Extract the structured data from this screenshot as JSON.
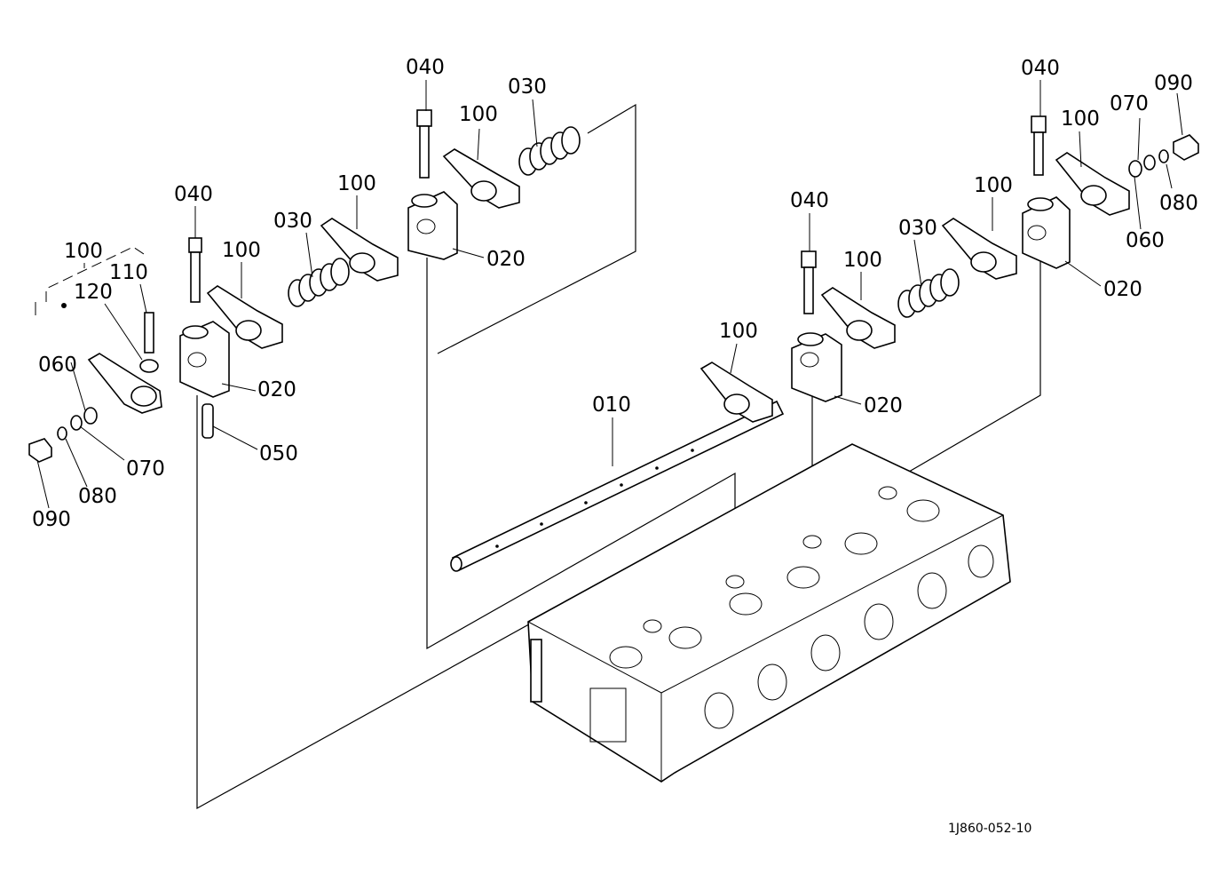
{
  "colors": {
    "ink": "#000000",
    "paper": "#ffffff"
  },
  "drawing_code": "1J860-052-10",
  "labels": {
    "l040_a": "040",
    "l040_b": "040",
    "l040_c": "040",
    "l040_d": "040",
    "l030_a": "030",
    "l030_b": "030",
    "l030_c": "030",
    "l100_a": "100",
    "l100_b": "100",
    "l100_c": "100",
    "l100_d": "100",
    "l100_e": "100",
    "l100_f": "100",
    "l100_g": "100",
    "l100_h": "100",
    "l020_a": "020",
    "l020_b": "020",
    "l020_c": "020",
    "l020_d": "020",
    "l010": "010",
    "l110": "110",
    "l120": "120",
    "l060_a": "060",
    "l060_b": "060",
    "l070_a": "070",
    "l070_b": "070",
    "l080_a": "080",
    "l080_b": "080",
    "l090_a": "090",
    "l090_b": "090",
    "l050": "050"
  }
}
